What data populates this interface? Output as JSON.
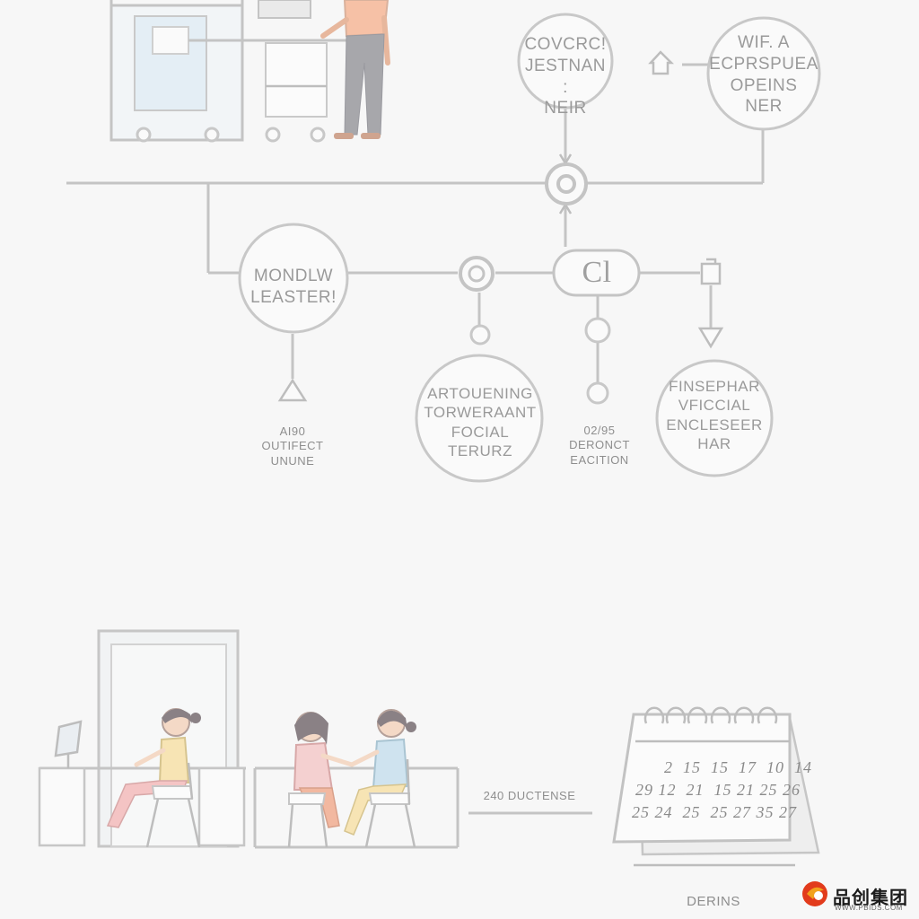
{
  "nodes": {
    "top_left_circle": [
      "COVCRC!",
      "JESTNAN :",
      "NEIR"
    ],
    "top_right_circle": [
      "WIF. A",
      "ECPRSPUEA",
      "OPEINS",
      "NER"
    ],
    "mid_left_circle": [
      "MONDLW",
      "LEASTER!"
    ],
    "mid_pill": "Cl",
    "bottom_center_circle": [
      "ARTOUENING",
      "TORWERAANT",
      "FOCIAL",
      "TERURZ"
    ],
    "bottom_right_circle": [
      "FINSEPHAR",
      "VFICCIAL",
      "ENCLESEER",
      "HAR"
    ]
  },
  "labels": {
    "left_caption": [
      "AI90",
      "OUTIFECT",
      "UNUNE"
    ],
    "center_caption": [
      "02/95",
      "DERONCT",
      "EACITION"
    ],
    "desk_caption": "240 DUCTENSE",
    "calendar_caption": "DERINS"
  },
  "calendar": {
    "rows": [
      [
        "2",
        "15",
        "15",
        "17",
        "10",
        "14"
      ],
      [
        "29",
        "12",
        "21",
        "15",
        "21",
        "25",
        "26"
      ],
      [
        "25",
        "24",
        "25",
        "25",
        "27",
        "35",
        "27"
      ]
    ]
  },
  "brand": {
    "name": "品创集团",
    "url": "WWW.PBIDS.COM",
    "accent": "#e23b1c",
    "accent2": "#f2a21c"
  },
  "colors": {
    "line": "#c4c4c4",
    "text": "#9a9a9a",
    "background": "#f7f7f7",
    "shirt_orange": "#f6c1a6",
    "shirt_yellow": "#f7e4b4",
    "shirt_blue": "#cfe3ef",
    "shirt_pink": "#f4d0d0"
  }
}
